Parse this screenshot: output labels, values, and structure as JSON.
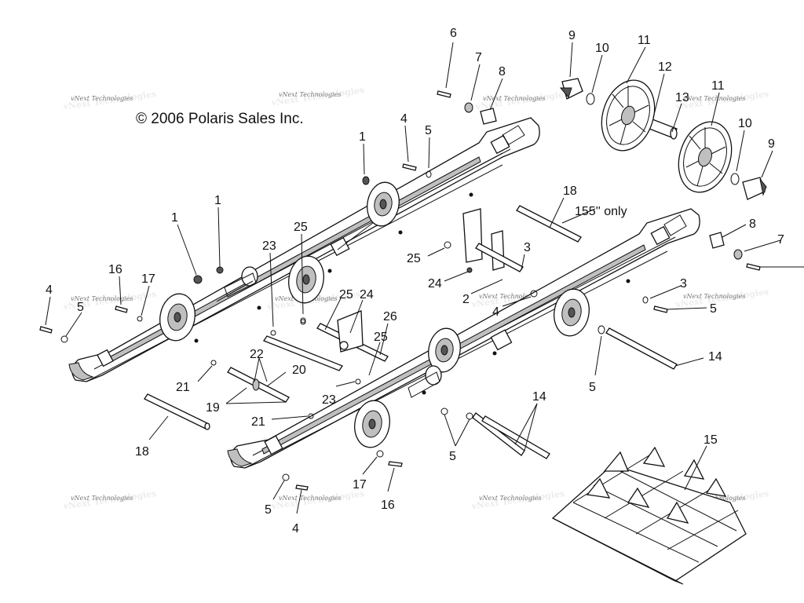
{
  "copyright": "© 2006 Polaris Sales Inc.",
  "note": "155'' only",
  "watermark": "vNext Technologies",
  "callouts": [
    "6",
    "7",
    "8",
    "9",
    "10",
    "11",
    "12",
    "13",
    "11",
    "10",
    "9",
    "4",
    "5",
    "1",
    "18",
    "1",
    "1",
    "25",
    "23",
    "8",
    "7",
    "16",
    "17",
    "4",
    "5",
    "3",
    "24",
    "25",
    "2",
    "3",
    "5",
    "4",
    "25",
    "24",
    "26",
    "25",
    "14",
    "22",
    "20",
    "5",
    "21",
    "19",
    "23",
    "21",
    "14",
    "15",
    "18",
    "5",
    "17",
    "16",
    "5",
    "4"
  ]
}
